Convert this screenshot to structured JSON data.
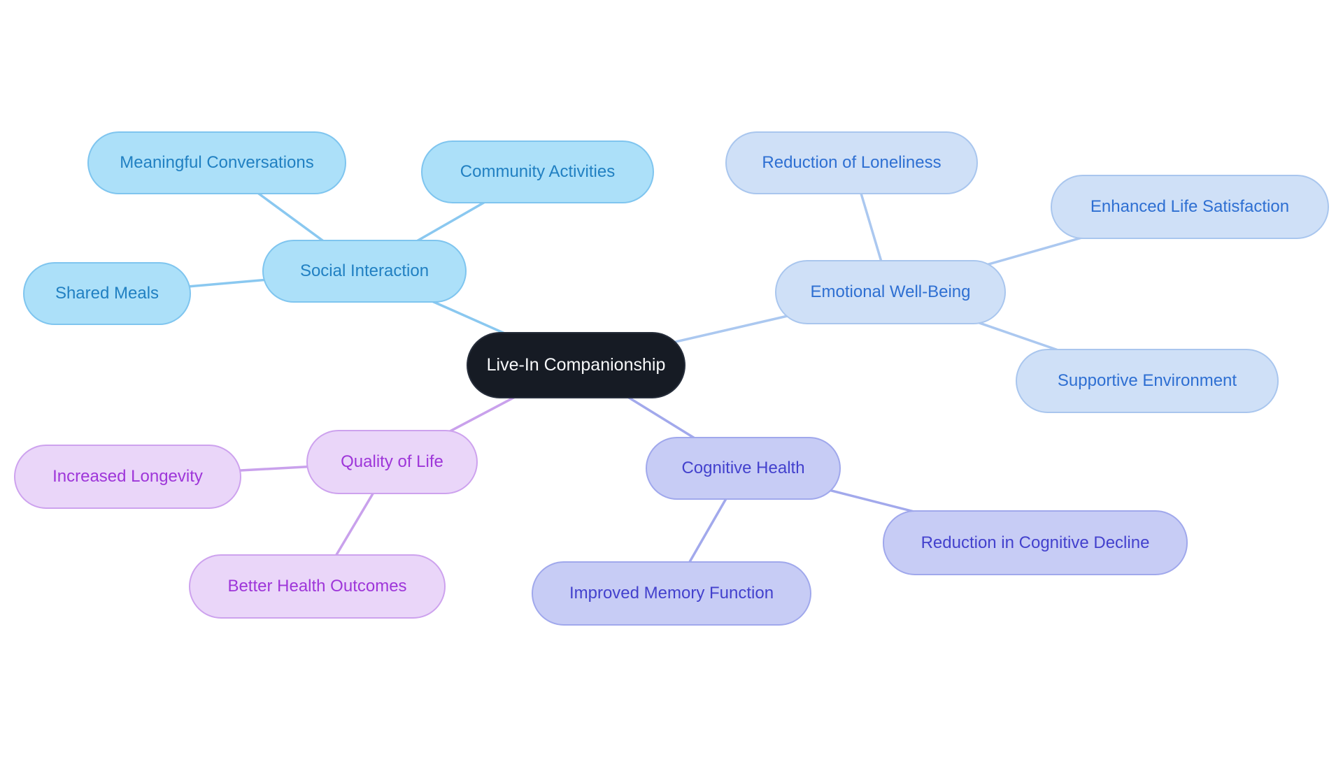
{
  "mindmap": {
    "center": {
      "label": "Live-In Companionship"
    },
    "branches": [
      {
        "id": "social-interaction",
        "label": "Social Interaction",
        "children": [
          "Meaningful Conversations",
          "Community Activities",
          "Shared Meals"
        ]
      },
      {
        "id": "emotional-well-being",
        "label": "Emotional Well-Being",
        "children": [
          "Reduction of Loneliness",
          "Enhanced Life Satisfaction",
          "Supportive Environment"
        ]
      },
      {
        "id": "quality-of-life",
        "label": "Quality of Life",
        "children": [
          "Increased Longevity",
          "Better Health Outcomes"
        ]
      },
      {
        "id": "cognitive-health",
        "label": "Cognitive Health",
        "children": [
          "Improved Memory Function",
          "Reduction in Cognitive Decline"
        ]
      }
    ]
  },
  "colors": {
    "canvas-bg": "#ffffff",
    "center-fill": "#161b24",
    "center-border": "#262d3a",
    "center-text": "#f7f8fa",
    "social-fill": "#ace0f9",
    "social-border": "#7fc5ef",
    "social-text": "#2180c2",
    "social-edge": "#8ac8f0",
    "emotional-fill": "#cfe0f7",
    "emotional-border": "#a9c6ee",
    "emotional-text": "#2e6fd2",
    "emotional-edge": "#abc8f0",
    "quality-fill": "#ead6f9",
    "quality-border": "#cda2ee",
    "quality-text": "#9e36d9",
    "quality-edge": "#c9a1ec",
    "cognitive-fill": "#c7ccf5",
    "cognitive-border": "#a0a8ec",
    "cognitive-text": "#4341cd",
    "cognitive-edge": "#a2a9ec"
  }
}
